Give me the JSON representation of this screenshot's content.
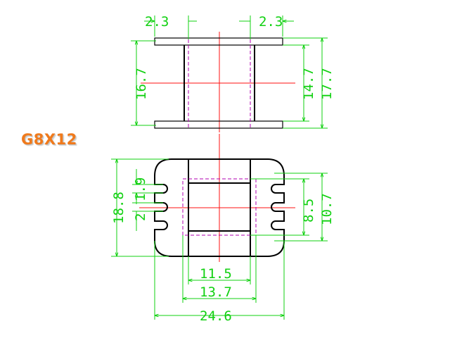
{
  "model": "G8X12",
  "colors": {
    "dimension": "#10d010",
    "outline": "#000000",
    "centerline": "#ff1010",
    "hidden_line": "#b000b0",
    "label": "#f07a1c"
  },
  "top_view": {
    "flange_left": "2.3",
    "flange_right": "2.3",
    "height_left": "16.7",
    "inner_height": "14.7",
    "outer_height": "17.7"
  },
  "front_view": {
    "height": "18.8",
    "pitch": "1.9",
    "pin": "2",
    "window": "8.5",
    "window_outer": "10.7",
    "core_width": "11.5",
    "inner_width": "13.7",
    "total_width": "24.6"
  }
}
